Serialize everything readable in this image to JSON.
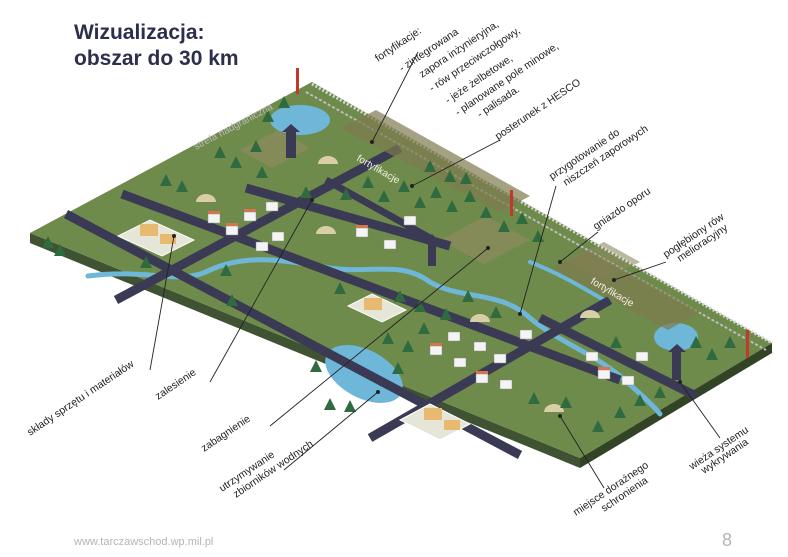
{
  "title": {
    "line1": "Wizualizacja:",
    "line2": "obszar do 30 km"
  },
  "fortifications": {
    "heading": "fortyfikacje:",
    "items": [
      "- zintegrowana",
      "zapora inżynieryjna,",
      "- rów przeciwczołgowy,",
      "- jeże żelbetowe,",
      "- planowane pole minowe,",
      "- palisada."
    ]
  },
  "labels": {
    "posterunek": "posterunek z HESCO",
    "przygotowanie_1": "przygotowanie do",
    "przygotowanie_2": "niszczeń zaporowych",
    "gniazdo": "gniazdo oporu",
    "poglebiony_1": "pogłębiony rów",
    "poglebiony_2": "melioracyjny",
    "sklady": "składy sprzętu i materiałów",
    "zalesienie": "zalesienie",
    "zabagnienie": "zabagnienie",
    "utrzymywanie_1": "utrzymywanie",
    "utrzymywanie_2": "zbiorników wodnych",
    "miejsce_1": "miejsce doraźnego",
    "miejsce_2": "schronienia",
    "wieza_1": "wieża systemu",
    "wieza_2": "wykrywania"
  },
  "map_text": {
    "strefa": "strefa nadgraniczna",
    "fort_1": "fortyfikacje",
    "fort_2": "fortyfikacje"
  },
  "footer": {
    "url": "www.tarczawschod.wp.mil.pl",
    "page": "8"
  },
  "colors": {
    "title": "#2d2e4e",
    "grass": "#6e8b4b",
    "grass_side": "#3f5232",
    "road": "#3a3a55",
    "water": "#6fb7d9",
    "tree": "#2f6b3f",
    "field": "#8a8a5c"
  }
}
